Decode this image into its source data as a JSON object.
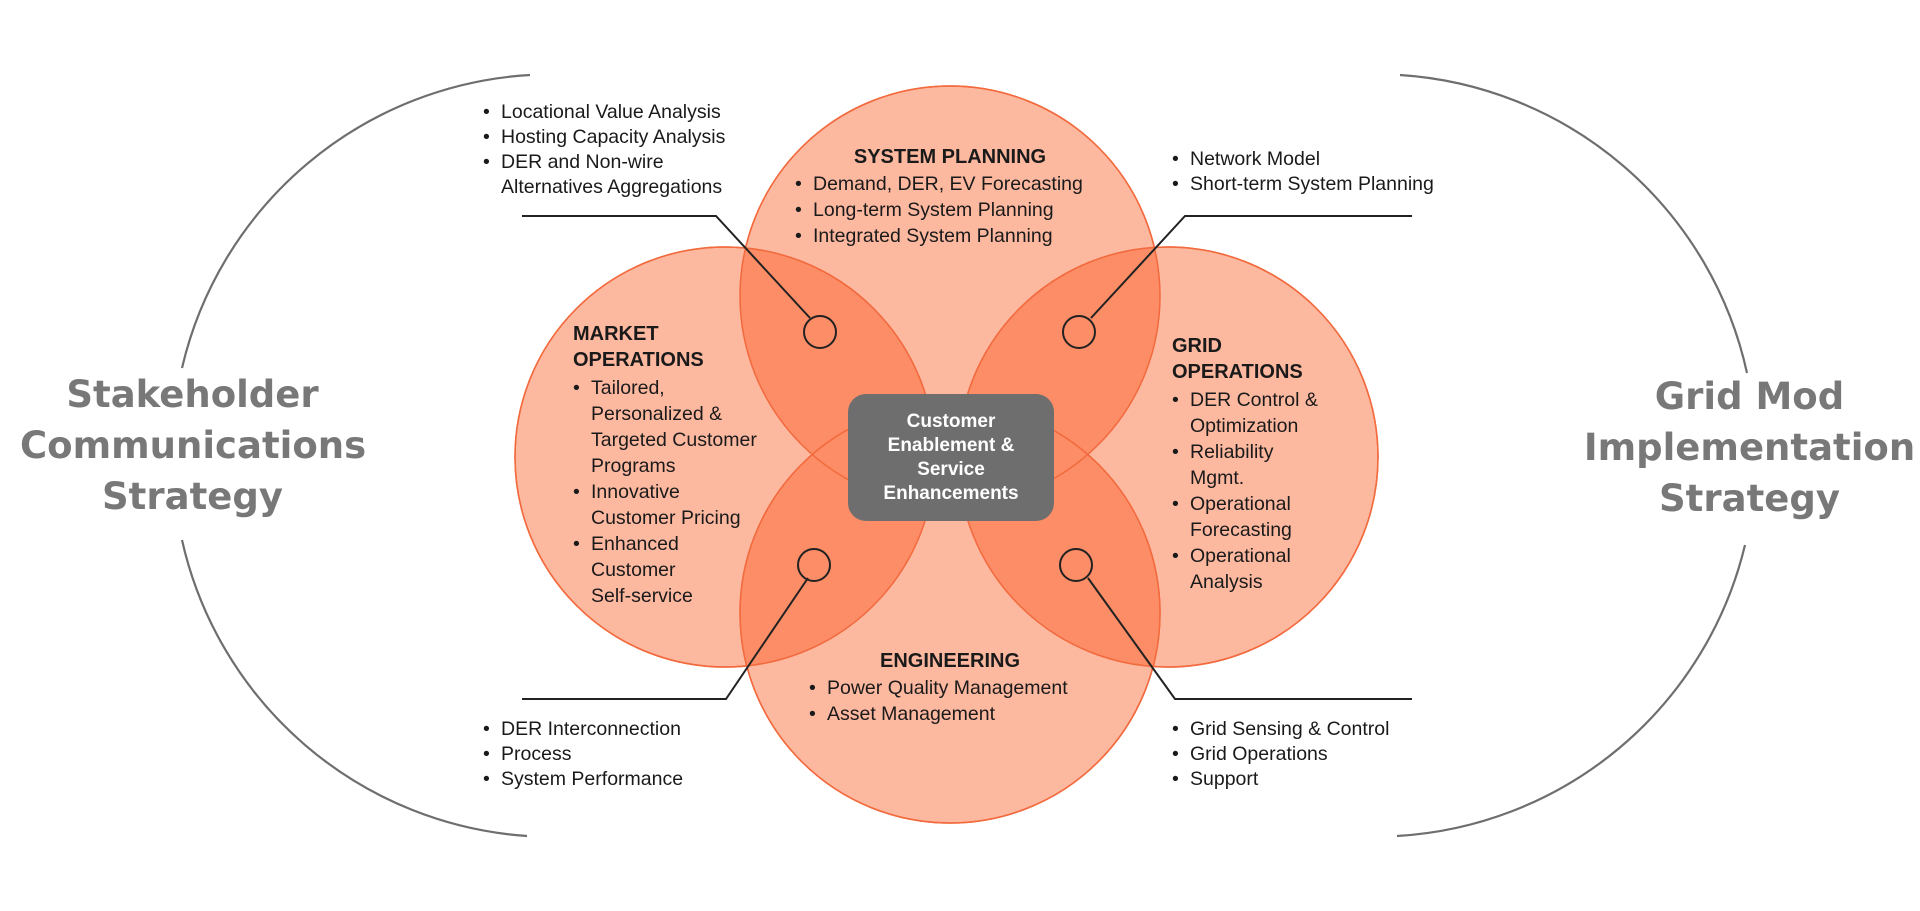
{
  "left_strategy": {
    "lines": [
      "Stakeholder",
      "Communications",
      "Strategy"
    ]
  },
  "right_strategy": {
    "lines": [
      "Grid Mod",
      "Implementation",
      "Strategy"
    ]
  },
  "center": {
    "lines": [
      "Customer",
      "Enablement &",
      "Service",
      "Enhancements"
    ]
  },
  "system_planning": {
    "title": "SYSTEM PLANNING",
    "items": [
      "Demand, DER, EV Forecasting",
      "Long-term System Planning",
      "Integrated System Planning"
    ]
  },
  "market_operations": {
    "title_lines": [
      "MARKET",
      "OPERATIONS"
    ],
    "items": [
      [
        "Tailored,",
        "Personalized &",
        "Targeted Customer",
        "Programs"
      ],
      [
        "Innovative",
        "Customer Pricing"
      ],
      [
        "Enhanced",
        "Customer",
        "Self-service"
      ]
    ]
  },
  "grid_operations": {
    "title_lines": [
      "GRID",
      "OPERATIONS"
    ],
    "items": [
      [
        "DER Control &",
        "Optimization"
      ],
      [
        "Reliability",
        "Mgmt."
      ],
      [
        "Operational",
        "Forecasting"
      ],
      [
        "Operational",
        "Analysis"
      ]
    ]
  },
  "engineering": {
    "title": "ENGINEERING",
    "items": [
      "Power Quality Management",
      "Asset Management"
    ]
  },
  "callout_top_left": {
    "items": [
      [
        "Locational Value Analysis"
      ],
      [
        "Hosting Capacity Analysis"
      ],
      [
        "DER and Non-wire",
        "Alternatives Aggregations"
      ]
    ]
  },
  "callout_top_right": {
    "items": [
      [
        "Network Model"
      ],
      [
        "Short-term System Planning"
      ]
    ]
  },
  "callout_bottom_left": {
    "items": [
      [
        "DER Interconnection"
      ],
      [
        "Process"
      ],
      [
        "System Performance"
      ]
    ]
  },
  "callout_bottom_right": {
    "items": [
      [
        "Grid Sensing & Control"
      ],
      [
        "Grid Operations"
      ],
      [
        "Support"
      ]
    ]
  },
  "colors": {
    "circle_fill": "#fdb8a0",
    "circle_stroke": "#f26a3d",
    "overlap_fill": "#fc8d67",
    "center_box": "#6e6e6e",
    "arc_stroke": "#6e6e6e",
    "side_title": "#787878"
  }
}
